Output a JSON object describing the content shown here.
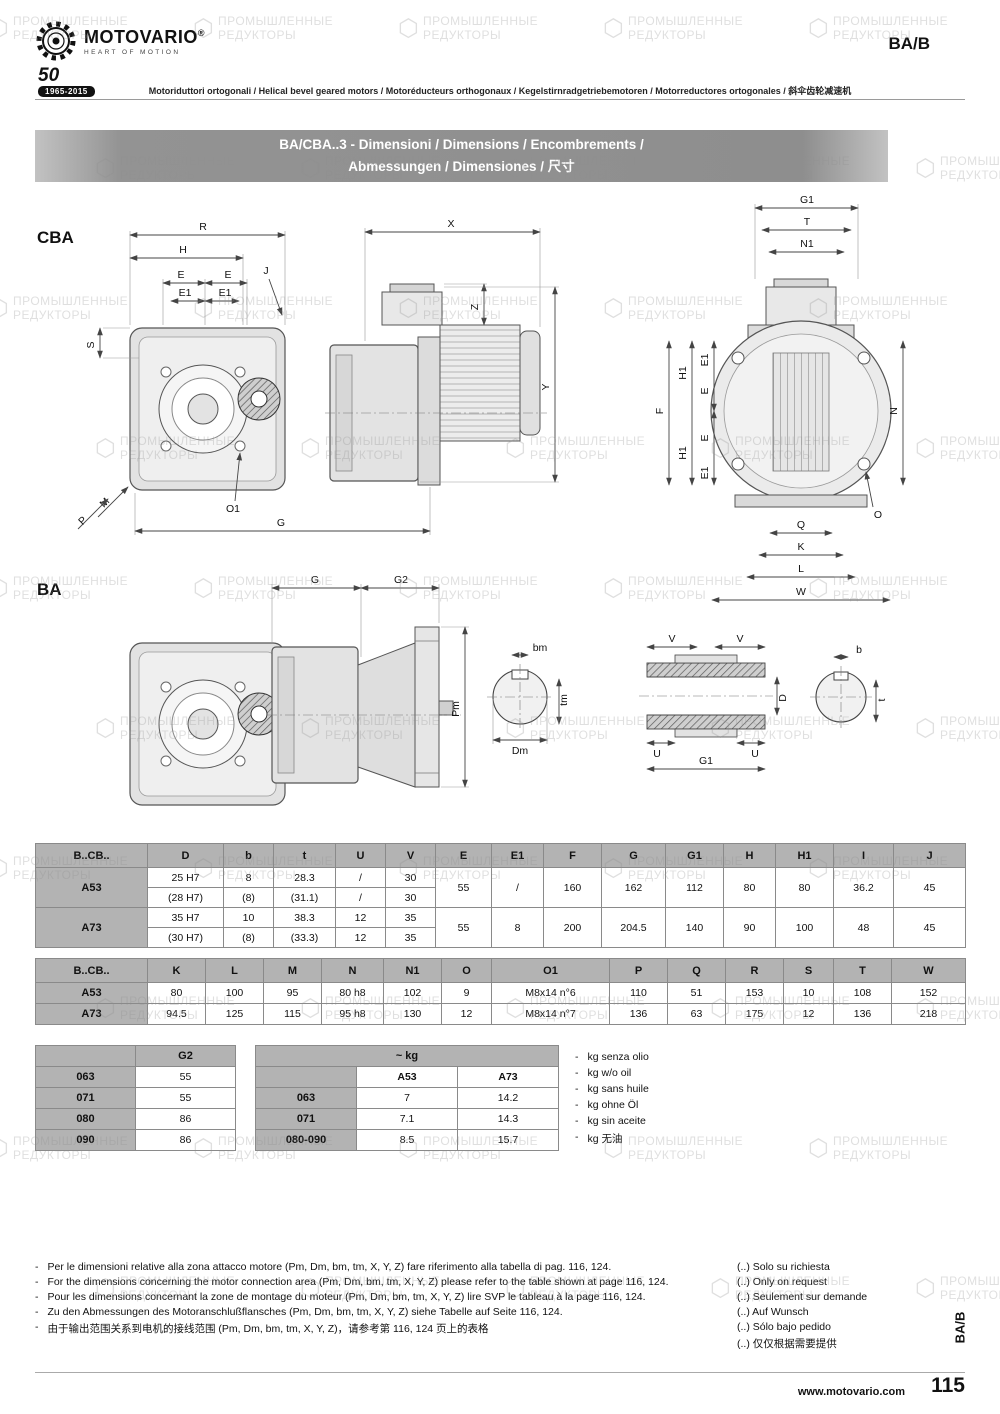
{
  "header": {
    "brand": "MOTOVARIO",
    "reg": "®",
    "tagline": "HEART OF MOTION",
    "anniv_number": "50",
    "anniv_years": "1965-2015",
    "code": "BA/B",
    "subtitle": "Motoriduttori ortogonali / Helical bevel geared motors / Motoréducteurs orthogonaux / Kegelstirnradgetriebemotoren / Motorreductores ortogonales / 斜伞齿轮减速机"
  },
  "title": {
    "line1": "BA/CBA..3 - Dimensioni / Dimensions / Encombrements /",
    "line2": "Abmessungen / Dimensiones / 尺寸"
  },
  "sections": {
    "cba": "CBA",
    "ba": "BA"
  },
  "dims": {
    "cba": [
      "R",
      "H",
      "E",
      "E",
      "E1",
      "E1",
      "J",
      "S",
      "M",
      "P",
      "O1",
      "G",
      "X",
      "Z",
      "Y",
      "G1",
      "T",
      "N1",
      "E1",
      "H1",
      "E",
      "F",
      "E",
      "H1",
      "E1",
      "N",
      "O",
      "Q",
      "K",
      "L",
      "W"
    ],
    "ba": [
      "G",
      "G2",
      "Pm",
      "bm",
      "tm",
      "Dm",
      "V",
      "V",
      "D",
      "U",
      "U",
      "G1",
      "b",
      "t"
    ]
  },
  "t1": {
    "h": [
      "B..CB..",
      "D",
      "b",
      "t",
      "U",
      "V",
      "E",
      "E1",
      "F",
      "G",
      "G1",
      "H",
      "H1",
      "I",
      "J"
    ],
    "a53": {
      "name": "A53",
      "r1": [
        "25 H7",
        "8",
        "28.3",
        "/",
        "30"
      ],
      "r2": [
        "(28 H7)",
        "(8)",
        "(31.1)",
        "/",
        "30"
      ],
      "m": [
        "55",
        "/",
        "160",
        "162",
        "112",
        "80",
        "80",
        "36.2",
        "45"
      ]
    },
    "a73": {
      "name": "A73",
      "r1": [
        "35 H7",
        "10",
        "38.3",
        "12",
        "35"
      ],
      "r2": [
        "(30 H7)",
        "(8)",
        "(33.3)",
        "12",
        "35"
      ],
      "m": [
        "55",
        "8",
        "200",
        "204.5",
        "140",
        "90",
        "100",
        "48",
        "45"
      ]
    }
  },
  "t2": {
    "h": [
      "B..CB..",
      "K",
      "L",
      "M",
      "N",
      "N1",
      "O",
      "O1",
      "P",
      "Q",
      "R",
      "S",
      "T",
      "W"
    ],
    "rows": [
      [
        "A53",
        "80",
        "100",
        "95",
        "80 h8",
        "102",
        "9",
        "M8x14 n°6",
        "110",
        "51",
        "153",
        "10",
        "108",
        "152"
      ],
      [
        "A73",
        "94.5",
        "125",
        "115",
        "95 h8",
        "130",
        "12",
        "M8x14 n°7",
        "136",
        "63",
        "175",
        "12",
        "136",
        "218"
      ]
    ]
  },
  "t3": {
    "h": "G2",
    "rows": [
      [
        "063",
        "55"
      ],
      [
        "071",
        "55"
      ],
      [
        "080",
        "86"
      ],
      [
        "090",
        "86"
      ]
    ]
  },
  "t4": {
    "title": "~ kg",
    "cols": [
      "A53",
      "A73"
    ],
    "rows": [
      [
        "063",
        "7",
        "14.2"
      ],
      [
        "071",
        "7.1",
        "14.3"
      ],
      [
        "080-090",
        "8.5",
        "15.7"
      ]
    ]
  },
  "legend": [
    "kg senza olio",
    "kg w/o oil",
    "kg sans huile",
    "kg ohne Öl",
    "kg sin aceite",
    "kg 无油"
  ],
  "notes": [
    "Per le dimensioni relative alla zona attacco motore (Pm, Dm, bm, tm, X, Y, Z) fare riferimento alla tabella di pag. 116, 124.",
    "For the dimensions concerning the motor connection area (Pm, Dm, bm, tm, X, Y, Z) please refer to the table shown at page 116, 124.",
    "Pour les dimensions concernant la zone de montage du moteur (Pm, Dm, bm, tm, X, Y, Z) lire SVP le tableau à la page 116, 124.",
    "Zu den Abmessungen des Motoranschlußflansches (Pm, Dm, bm, tm, X, Y, Z) siehe Tabelle auf Seite 116, 124.",
    "由于输出范围关系到电机的接线范围 (Pm, Dm, bm, tm, X, Y, Z)，请参考第 116, 124 页上的表格"
  ],
  "right_notes": [
    "(..) Solo su richiesta",
    "(..) Only on request",
    "(..) Seulement sur demande",
    "(..) Auf Wunsch",
    "(..) Sólo bajo pedido",
    "(..) 仅仅根据需要提供"
  ],
  "footer": {
    "website": "www.motovario.com",
    "page_number": "115",
    "side_code": "BA/B"
  },
  "watermark": {
    "line1": "ПРОМЫШЛЕННЫЕ",
    "line2": "РЕДУКТОРЫ"
  },
  "misc": {
    "dash": "-"
  }
}
